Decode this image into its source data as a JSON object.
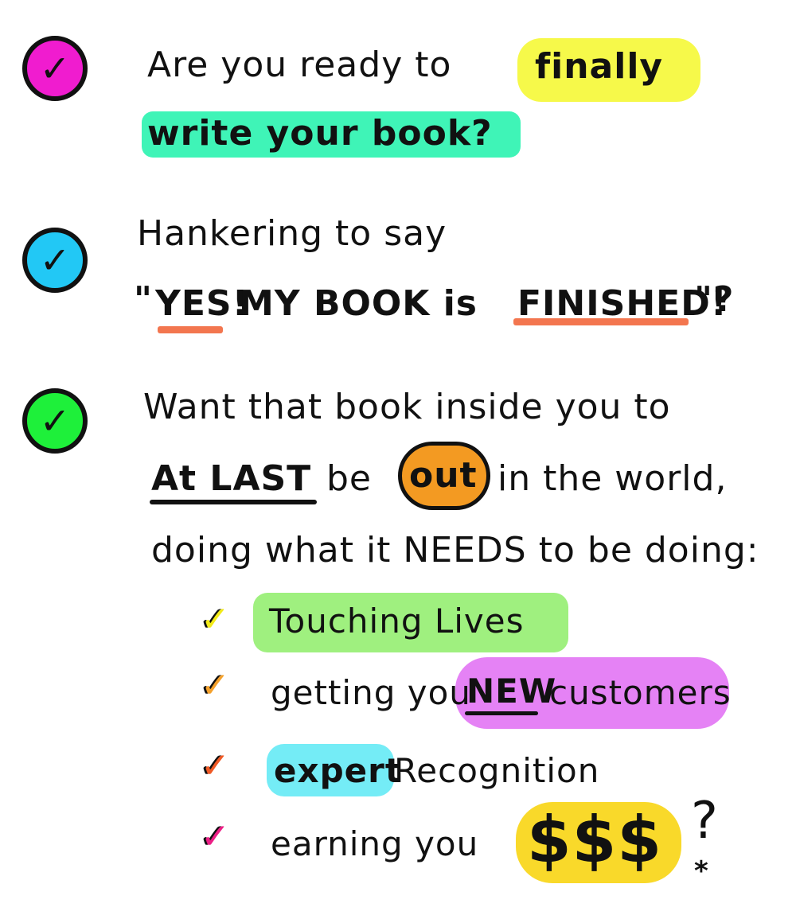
{
  "colors": {
    "ink": "#111111",
    "magenta": "#f01ccf",
    "cyan": "#22c8f5",
    "green": "#1ef03a",
    "yellow": "#f6f94a",
    "mint": "#3ff4b7",
    "coral": "#f3764f",
    "orange": "#f39a22",
    "lightgreen": "#9ff07f",
    "violet": "#e582f5",
    "lightcyan": "#74ecf6",
    "gold": "#f9d92a",
    "checkYellow": "#f2ea19",
    "checkOrange": "#f4a12c",
    "checkRed": "#ef5a26",
    "checkPink": "#ec1f86"
  },
  "bullets": [
    {
      "icon": "checkmark-icon",
      "color": "magenta",
      "lines": [
        {
          "parts": [
            "Are you ready to",
            "finally"
          ]
        },
        {
          "parts": [
            "write your book?"
          ]
        }
      ]
    },
    {
      "icon": "checkmark-icon",
      "color": "cyan",
      "lines": [
        {
          "parts": [
            "Hankering to say"
          ]
        },
        {
          "parts": [
            "\"",
            "YES!",
            " MY BOOK is ",
            "FINISHED!",
            "\"?"
          ]
        }
      ]
    },
    {
      "icon": "checkmark-icon",
      "color": "green",
      "lines": [
        {
          "parts": [
            "Want that book inside you to"
          ]
        },
        {
          "parts": [
            "At LAST",
            " be ",
            "out",
            " in the world,"
          ]
        },
        {
          "parts": [
            "doing what it NEEDS to be doing:"
          ]
        }
      ]
    }
  ],
  "subitems": [
    {
      "icon": "checkmark-icon",
      "parts": [
        "Touching Lives"
      ]
    },
    {
      "icon": "checkmark-icon",
      "parts": [
        "getting you ",
        "NEW",
        " customers"
      ]
    },
    {
      "icon": "checkmark-icon",
      "parts": [
        "expert",
        " Recognition"
      ]
    },
    {
      "icon": "checkmark-icon",
      "parts": [
        "earning you ",
        "$$$",
        "?"
      ]
    }
  ],
  "footnote_mark": "*",
  "check_glyph": "✓"
}
